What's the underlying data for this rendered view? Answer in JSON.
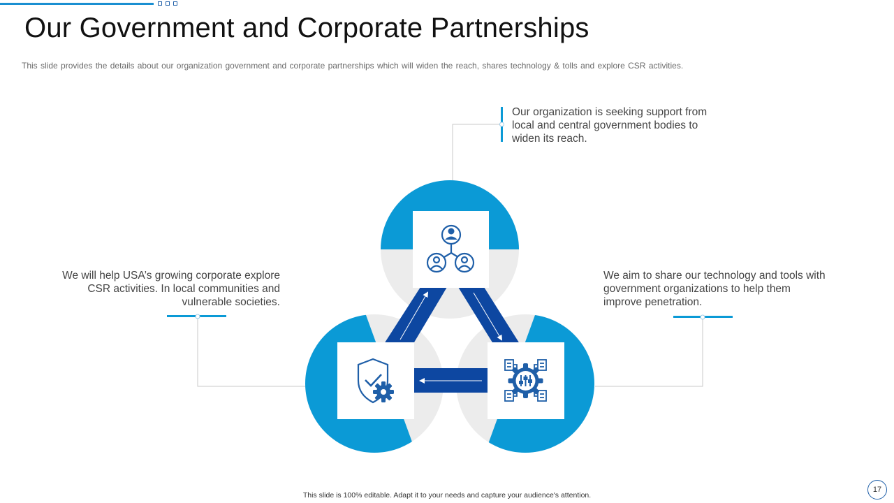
{
  "slide": {
    "title": "Our Government and Corporate Partnerships",
    "subtitle": "This slide provides  the details about our organization government  and corporate partnerships which will widen the reach, shares technology & tolls and explore CSR activities.",
    "footer": "This slide is 100% editable.  Adapt it to your needs and capture your audience's attention.",
    "page_number": "17"
  },
  "nodes": {
    "top": {
      "text": "Our organization is seeking support from local and central government  bodies to widen its reach.",
      "icon": "network-users-icon"
    },
    "left": {
      "text": "We will help USA’s growing corporate explore CSR activities. In local communities and vulnerable  societies.",
      "icon": "shield-gear-icon"
    },
    "right": {
      "text": "We aim to share our technology  and tools with government organizations to help them improve penetration.",
      "icon": "gear-servers-icon"
    }
  },
  "colors": {
    "accent_blue": "#0b9ad6",
    "dark_blue": "#0d47a1",
    "icon_blue": "#1f5fa8",
    "circle_gray": "#ececec"
  }
}
